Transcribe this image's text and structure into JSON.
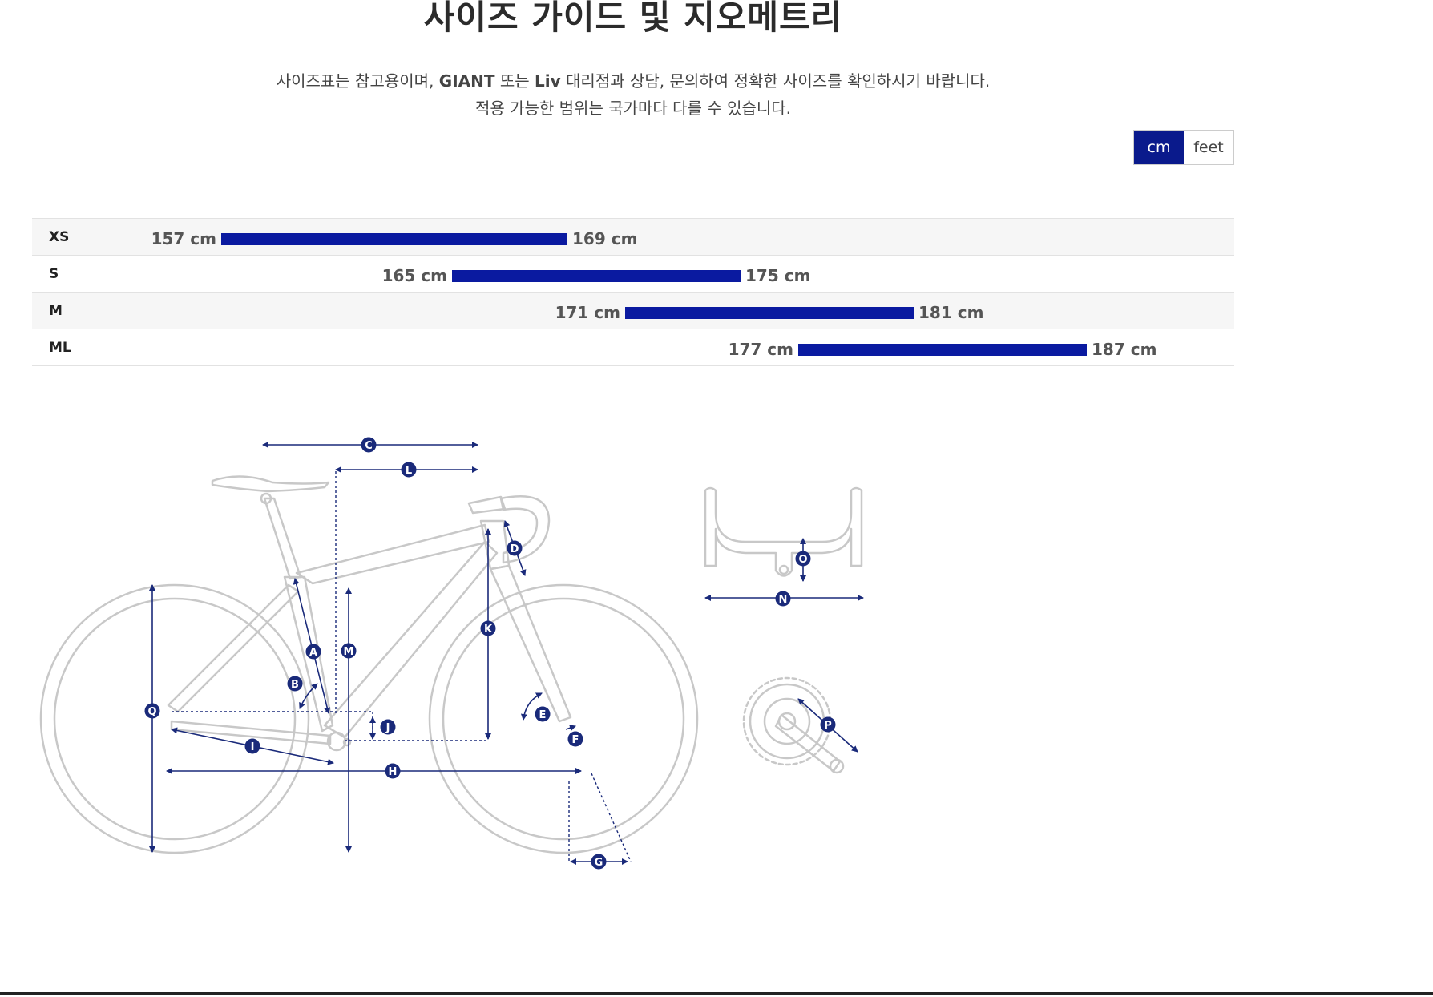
{
  "header": {
    "title": "사이즈 가이드 및 지오메트리",
    "desc_part1": "사이즈표는 참고용이며, ",
    "desc_bold1": "GIANT",
    "desc_part2": " 또는 ",
    "desc_bold2": "Liv",
    "desc_part3": " 대리점과 상담, 문의하여 정확한 사이즈를 확인하시기 바랍니다.",
    "desc_line2": "적용 가능한 범위는 국가마다 다를 수 있습니다."
  },
  "unit_toggle": {
    "options": [
      "cm",
      "feet"
    ],
    "selected": "cm"
  },
  "colors": {
    "accent": "#0a1aa0",
    "line": "#c8c8c8",
    "dim": "#1a2a7a"
  },
  "size_chart": {
    "unit": "cm",
    "rows": [
      {
        "size": "XS",
        "min": 157,
        "max": 169,
        "min_label": "157 cm",
        "max_label": "169 cm"
      },
      {
        "size": "S",
        "min": 165,
        "max": 175,
        "min_label": "165 cm",
        "max_label": "175 cm"
      },
      {
        "size": "M",
        "min": 171,
        "max": 181,
        "min_label": "171 cm",
        "max_label": "181 cm"
      },
      {
        "size": "ML",
        "min": 177,
        "max": 187,
        "min_label": "177 cm",
        "max_label": "187 cm"
      }
    ]
  },
  "geometry": {
    "markers": [
      "A",
      "B",
      "C",
      "D",
      "E",
      "F",
      "G",
      "H",
      "I",
      "J",
      "K",
      "L",
      "M",
      "N",
      "O",
      "P",
      "Q"
    ]
  }
}
